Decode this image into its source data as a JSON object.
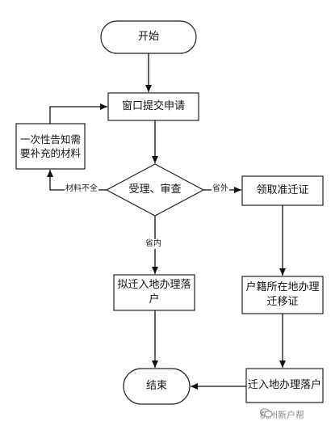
{
  "nodes": {
    "start": "开始",
    "submit": "窗口提交申请",
    "notify": "一次性告知需要补充的材料",
    "review": "受理、审查",
    "permit": "领取准迁证",
    "settle_local": "拟迁入地办理落户",
    "household_origin": "户籍所在地办理迁移证",
    "settle_target": "迁入地办理落户",
    "end": "结束"
  },
  "edge_labels": {
    "missing_materials": "材料不全",
    "out_of_province": "省外",
    "in_province": "省内"
  },
  "watermark": {
    "text": "杭州新户帮",
    "icon": "wechat-icon"
  }
}
